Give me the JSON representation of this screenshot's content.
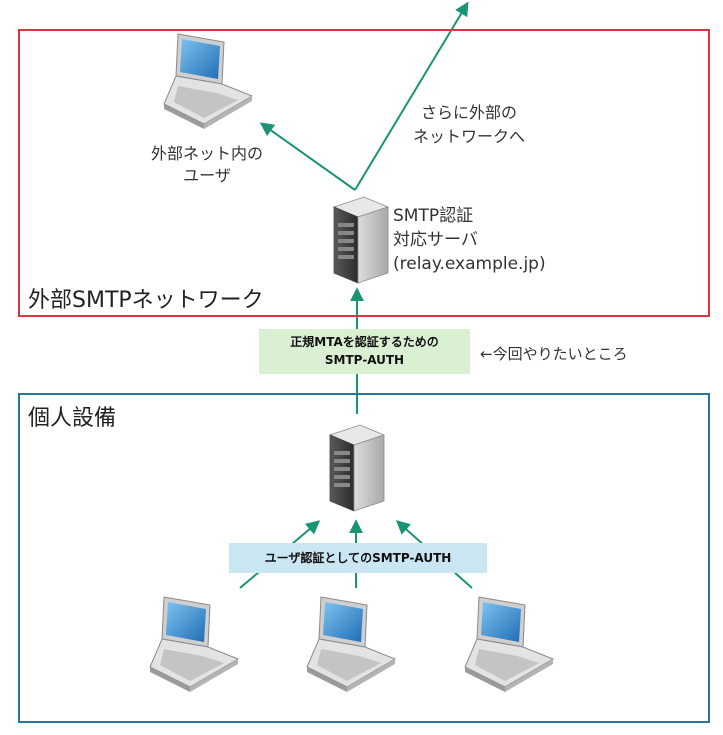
{
  "external_network": {
    "label": "外部SMTPネットワーク",
    "laptop_caption_line1": "外部ネット内の",
    "laptop_caption_line2": "ユーザ",
    "relay_caption_line1": "さらに外部の",
    "relay_caption_line2": "ネットワークへ",
    "server_caption_line1": "SMTP認証",
    "server_caption_line2": "対応サーバ",
    "server_caption_line3": "(relay.example.jp)"
  },
  "mta_auth": {
    "line1": "正規MTAを認証するための",
    "line2": "SMTP-AUTH",
    "note": "←今回やりたいところ"
  },
  "personal": {
    "label": "個人設備",
    "user_auth": "ユーザ認証としてのSMTP-AUTH"
  },
  "colors": {
    "external_border": "#d9363e",
    "personal_border": "#2a7895",
    "arrow": "#1a9474",
    "mta_box": "#d9f0d3",
    "user_box": "#c9e6f2"
  }
}
